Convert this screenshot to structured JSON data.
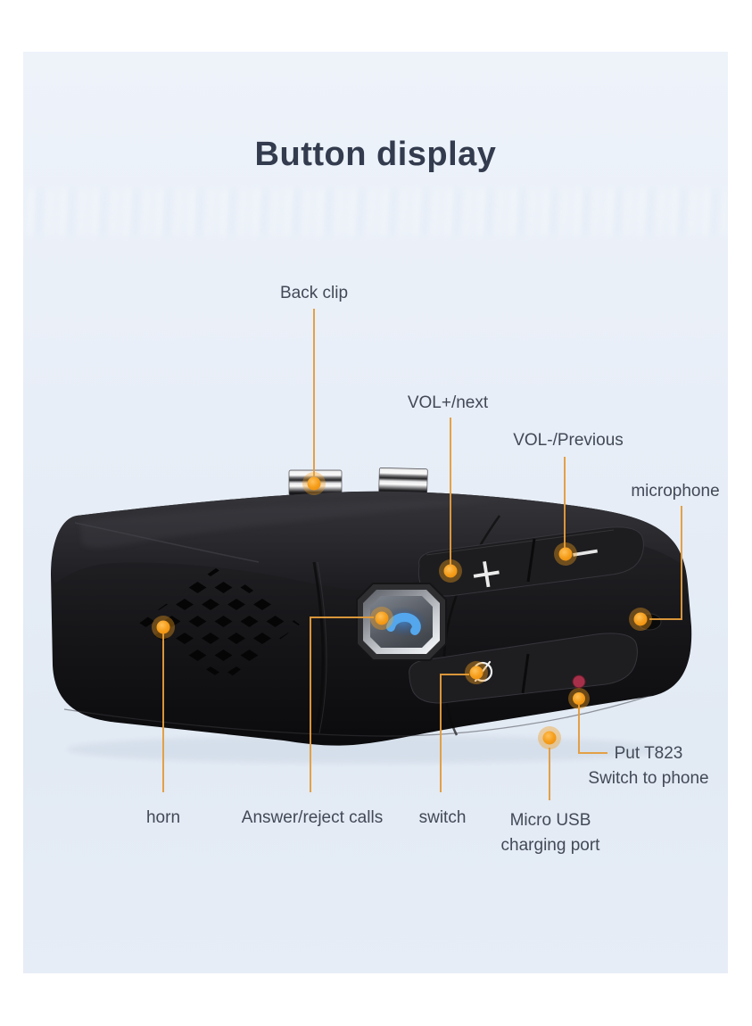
{
  "title": "Button display",
  "colors": {
    "page_bg": "#FFFFFF",
    "card_bg": "#E8EEF7",
    "accent_orange": "#F49D1C",
    "callout_line": "#E49C3C",
    "title_text": "#333C4E",
    "label_text": "#424957",
    "led_red": "#A63049",
    "phone_icon_blue": "#54A7EC"
  },
  "device": {
    "buttons": {
      "volume_up_glyph": "+",
      "volume_down_glyph": "−"
    }
  },
  "callouts": {
    "back_clip": {
      "label": "Back clip"
    },
    "vol_plus": {
      "label": "VOL+/next"
    },
    "vol_minus": {
      "label": "VOL-/Previous"
    },
    "microphone": {
      "label": "microphone"
    },
    "horn": {
      "label": "horn"
    },
    "answer": {
      "label": "Answer/reject calls"
    },
    "switch": {
      "label": "switch"
    },
    "micro_usb": {
      "line1": "Micro USB",
      "line2": "charging port"
    },
    "put_t823": {
      "line1": "Put T823",
      "line2": "Switch to phone"
    }
  }
}
